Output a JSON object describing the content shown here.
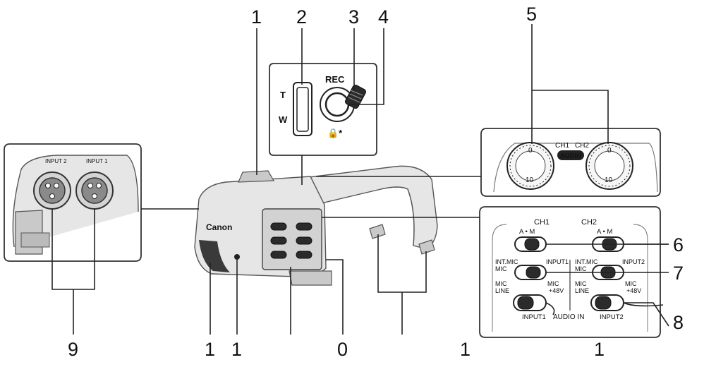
{
  "callouts": {
    "n1_top": "1",
    "n2": "2",
    "n3": "3",
    "n4": "4",
    "n5": "5",
    "n6": "6",
    "n7": "7",
    "n8": "8",
    "n9": "9",
    "b1a": "1",
    "b1b": "1",
    "b0": "0",
    "b1c": "1",
    "b1d": "1"
  },
  "zoom_panel": {
    "tele": "T",
    "wide": "W",
    "rec": "REC",
    "lock_mark": "🔒*"
  },
  "dial_panel": {
    "ch1": "CH1",
    "ch2": "CH2",
    "audio": "AUDIO",
    "zero": "0",
    "ten": "10"
  },
  "switch_panel": {
    "ch1": "CH1",
    "ch2": "CH2",
    "am": "A  •  M",
    "int_mic": "INT.MIC",
    "mic": "MIC",
    "input1": "INPUT1",
    "input2": "INPUT2",
    "mic_l": "MIC",
    "line": "LINE",
    "mic_r": "MIC",
    "p48": "+48V",
    "audio_in": "AUDIO IN"
  },
  "connector_panel": {
    "input2": "INPUT 2",
    "input1": "INPUT 1"
  },
  "device": {
    "brand": "Canon"
  }
}
